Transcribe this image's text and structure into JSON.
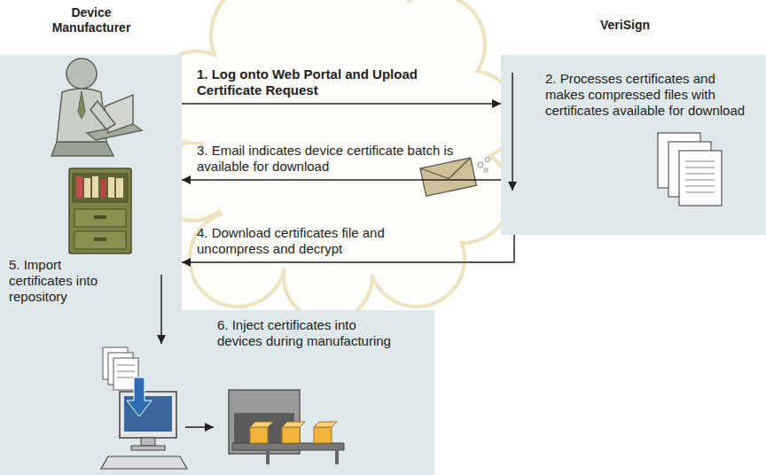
{
  "diagram": {
    "nodes": [
      {
        "text": [
          "Device Manufacturer",
          "5. Import certificates into repository"
        ]
      },
      {
        "text": [
          "VeriSign",
          "2. Processes certificates and makes compressed files with certificates available for download"
        ]
      },
      {
        "text": [
          "6. Inject certificates into devices during manufacturing"
        ]
      }
    ],
    "edges": [
      {
        "from": 0,
        "to": 1,
        "arrow": "to",
        "label": "1. Log onto Web Portal and Upload Certificate Request"
      },
      {
        "from": 1,
        "to": 0,
        "arrow": "to",
        "label": "3. Email indicates device certificate batch is available for download"
      },
      {
        "from": 1,
        "to": 0,
        "arrow": "to",
        "label": "4. Download certificates file and uncompress and decrypt"
      }
    ]
  }
}
